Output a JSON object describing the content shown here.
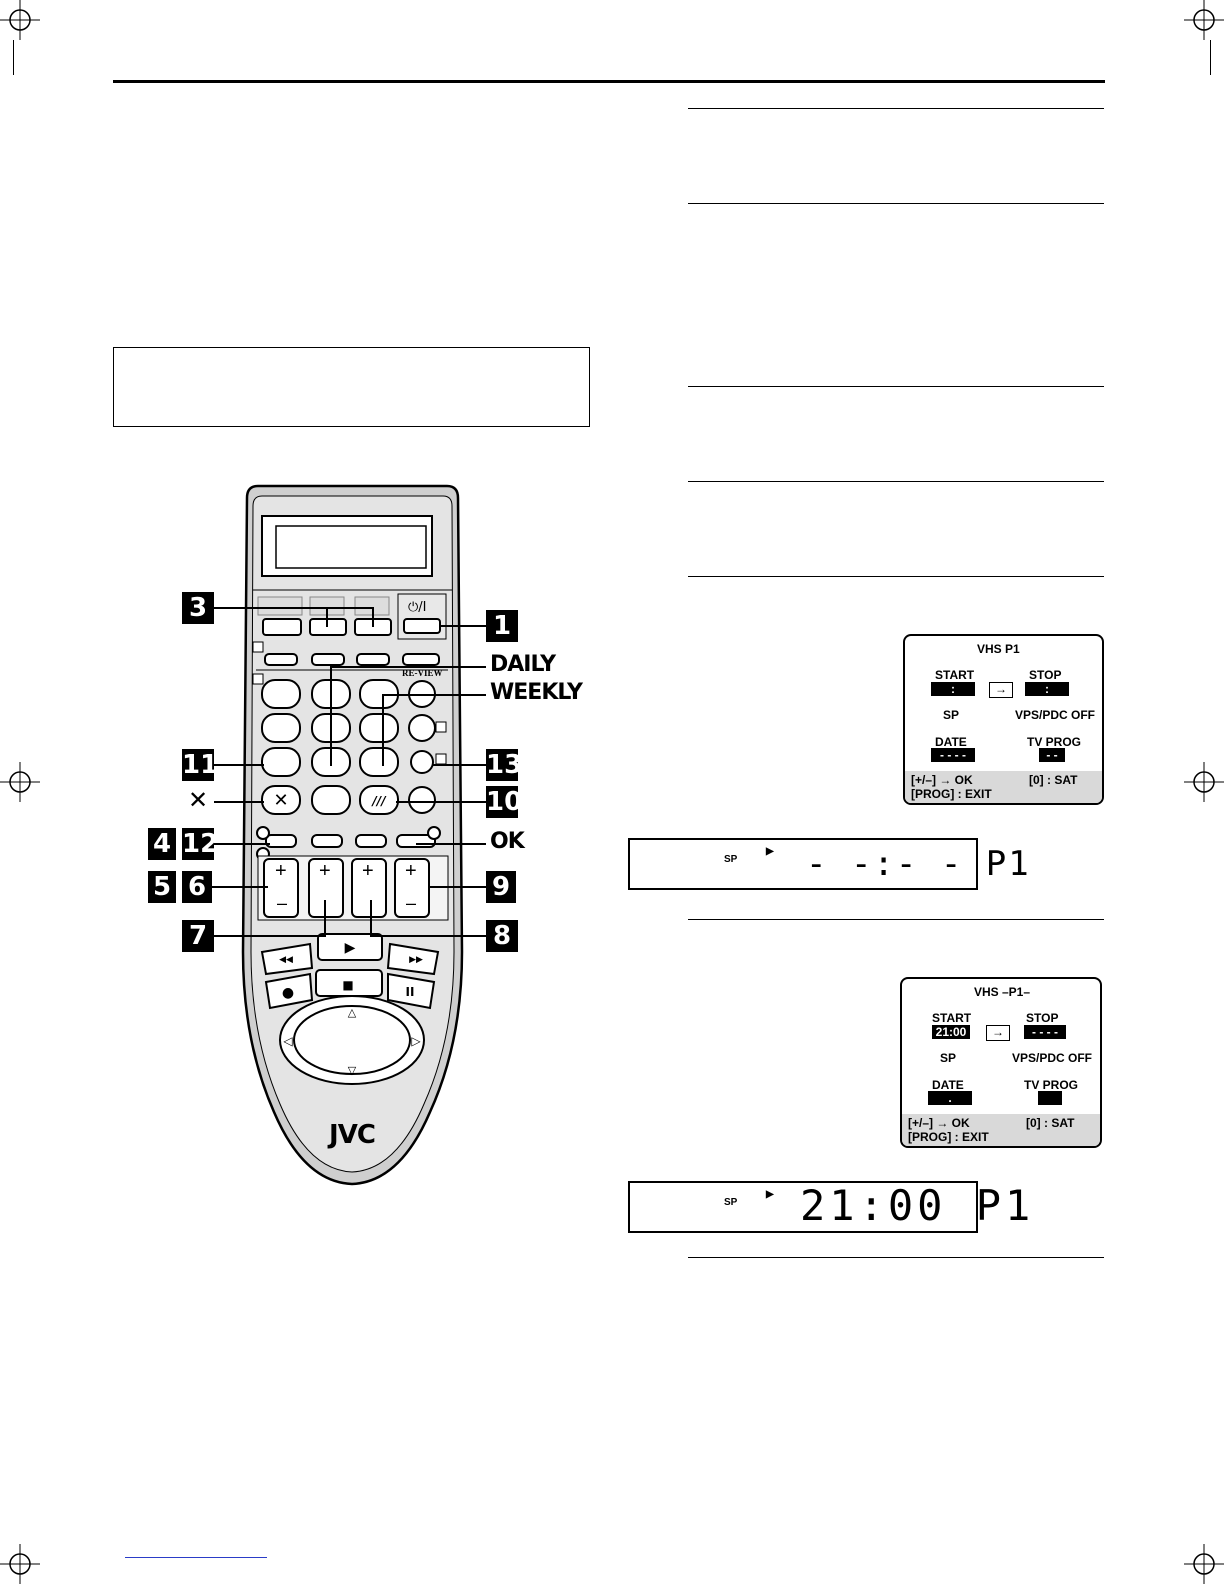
{
  "callouts": {
    "n3": "3",
    "n1": "1",
    "daily": "DAILY",
    "weekly": "WEEKLY",
    "n11": "11",
    "n13": "13",
    "x": "✕",
    "n10": "10",
    "n4": "4",
    "n12": "12",
    "ok": "OK",
    "n5": "5",
    "n6": "6",
    "n9": "9",
    "n7": "7",
    "n8": "8"
  },
  "remote": {
    "brand": "JVC",
    "review_label": "RE-VIEW",
    "power_label": "⏻/I",
    "plus": "+",
    "minus": "–"
  },
  "osd1": {
    "header": "VHS  P1",
    "start_label": "START",
    "stop_label": "STOP",
    "start_value": ":",
    "stop_value": ":",
    "arrow": "→",
    "sp_label": "SP",
    "vps_label": "VPS/PDC OFF",
    "date_label": "DATE",
    "date_value": "- - - -",
    "tvprog_label": "TV PROG",
    "tvprog_value": "- -",
    "foot_line1_left": "[+/–] → OK",
    "foot_line1_right": "[0] : SAT",
    "foot_line2": "[PROG] : EXIT"
  },
  "lcd1": {
    "sp": "SP",
    "mark": "▶",
    "digits": "- -:- -  P1"
  },
  "osd2": {
    "header": "VHS  –P1–",
    "start_label": "START",
    "stop_label": "STOP",
    "start_value": "21:00",
    "stop_value": "- - - -",
    "arrow": "→",
    "sp_label": "SP",
    "vps_label": "VPS/PDC OFF",
    "date_label": "DATE",
    "date_value": ".",
    "tvprog_label": "TV PROG",
    "tvprog_value": "",
    "foot_line1_left": "[+/–] → OK",
    "foot_line1_right": "[0] : SAT",
    "foot_line2": "[PROG] : EXIT"
  },
  "lcd2": {
    "sp": "SP",
    "mark": "▶",
    "digits": "21:00 P1"
  }
}
